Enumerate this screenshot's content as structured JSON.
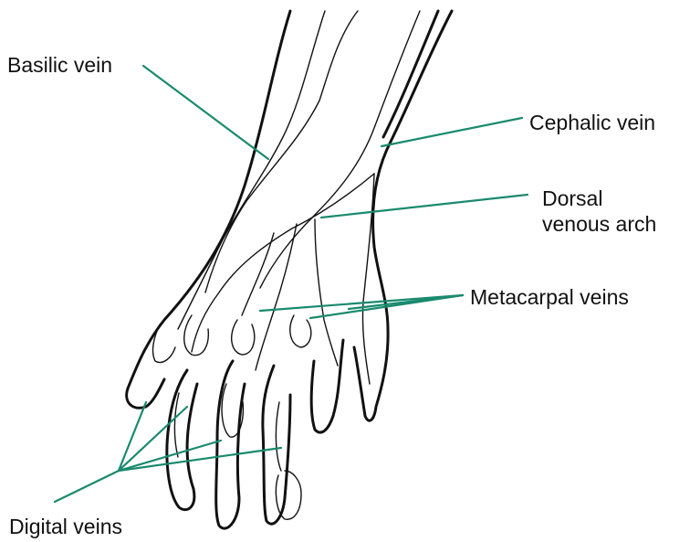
{
  "labels": {
    "basilic": "Basilic vein",
    "cephalic": "Cephalic vein",
    "dorsal_line1": "Dorsal",
    "dorsal_line2": "venous arch",
    "metacarpal": "Metacarpal veins",
    "digital": "Digital veins"
  },
  "colors": {
    "leader": "#1a8a6e",
    "outline": "#111111",
    "background": "#ffffff"
  }
}
